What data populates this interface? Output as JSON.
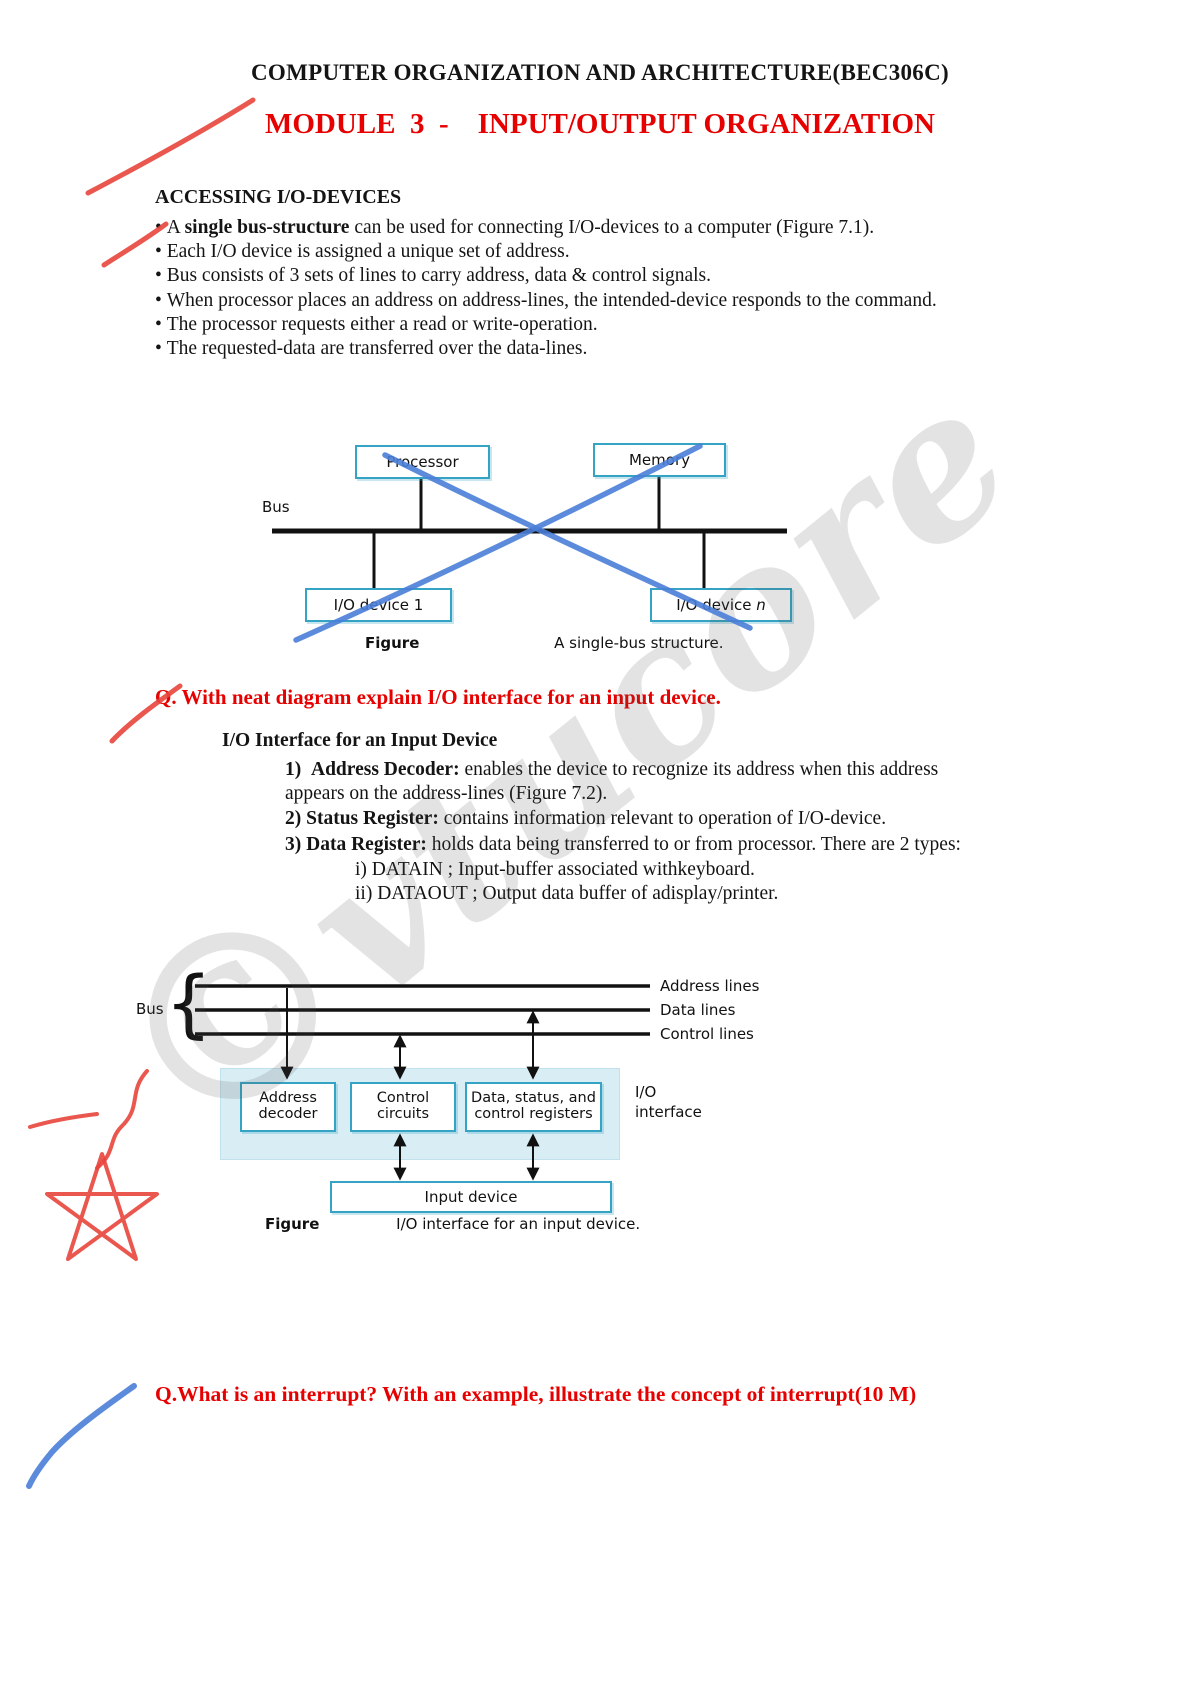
{
  "header": {
    "course_title": "COMPUTER ORGANIZATION AND ARCHITECTURE(BEC306C)",
    "module_title": "MODULE  3  -    INPUT/OUTPUT ORGANIZATION"
  },
  "accessing": {
    "heading": "ACCESSING I/O-DEVICES",
    "bullets": [
      {
        "pre": "A ",
        "bold": "single bus-structure",
        "post": " can be used for connecting I/O-devices to a computer (Figure 7.1)."
      },
      {
        "pre": "Each I/O device is assigned a unique set of address.",
        "bold": "",
        "post": ""
      },
      {
        "pre": "Bus consists of 3 sets of lines to carry address, data & control signals.",
        "bold": "",
        "post": ""
      },
      {
        "pre": "When processor places an address on address-lines, the intended-device responds to the command.",
        "bold": "",
        "post": ""
      },
      {
        "pre": "The processor requests either a read or write-operation.",
        "bold": "",
        "post": ""
      },
      {
        "pre": "The requested-data are transferred over the data-lines.",
        "bold": "",
        "post": ""
      }
    ]
  },
  "figure1": {
    "processor": "Processor",
    "memory": "Memory",
    "io_device_1": "I/O device 1",
    "io_device_n_prefix": "I/O device ",
    "io_device_n_suffix": "n",
    "bus_label": "Bus",
    "caption_label": "Figure",
    "caption_text": "A single-bus structure."
  },
  "question1": "Q. With neat diagram explain I/O interface for an input device.",
  "io_interface": {
    "heading": "I/O Interface for an Input Device",
    "items": [
      {
        "num": "1)",
        "bold": "Address Decoder:",
        "text": " enables the device to recognize its address when this address appears on the address-lines (Figure 7.2)."
      },
      {
        "num": "2)",
        "bold": "Status Register:",
        "text": " contains information relevant to operation of I/O-device."
      },
      {
        "num": "3)",
        "bold": "Data Register:",
        "text": " holds data being transferred to or from processor. There are 2 types:"
      }
    ],
    "subitems": [
      {
        "label": "i)",
        "text": " DATAIN ; Input-buffer associated withkeyboard."
      },
      {
        "label": "ii)",
        "text": " DATAOUT ; Output data buffer of adisplay/printer."
      }
    ]
  },
  "figure2": {
    "bus_label": "Bus",
    "brace": "{",
    "line_labels": {
      "address": "Address lines",
      "data": "Data lines",
      "control": "Control lines"
    },
    "address_decoder": "Address decoder",
    "control_circuits": "Control circuits",
    "registers": "Data, status, and control registers",
    "io_interface_line1": "I/O",
    "io_interface_line2": "interface",
    "input_device": "Input device",
    "caption_label": "Figure",
    "caption_text": "I/O interface for an input device."
  },
  "question2": "Q.What is an interrupt? With an example, illustrate the concept of interrupt(10 M)",
  "watermark": {
    "symbol": "©",
    "text": "vtucore"
  },
  "colors": {
    "heading_red": "#e60000",
    "diagram_teal": "#35a4c4",
    "diagram_shade": "#d9edf5",
    "pen_red": "#e8453c",
    "pen_blue": "#4a7ed8",
    "watermark_gray": "#bdbdbd"
  }
}
